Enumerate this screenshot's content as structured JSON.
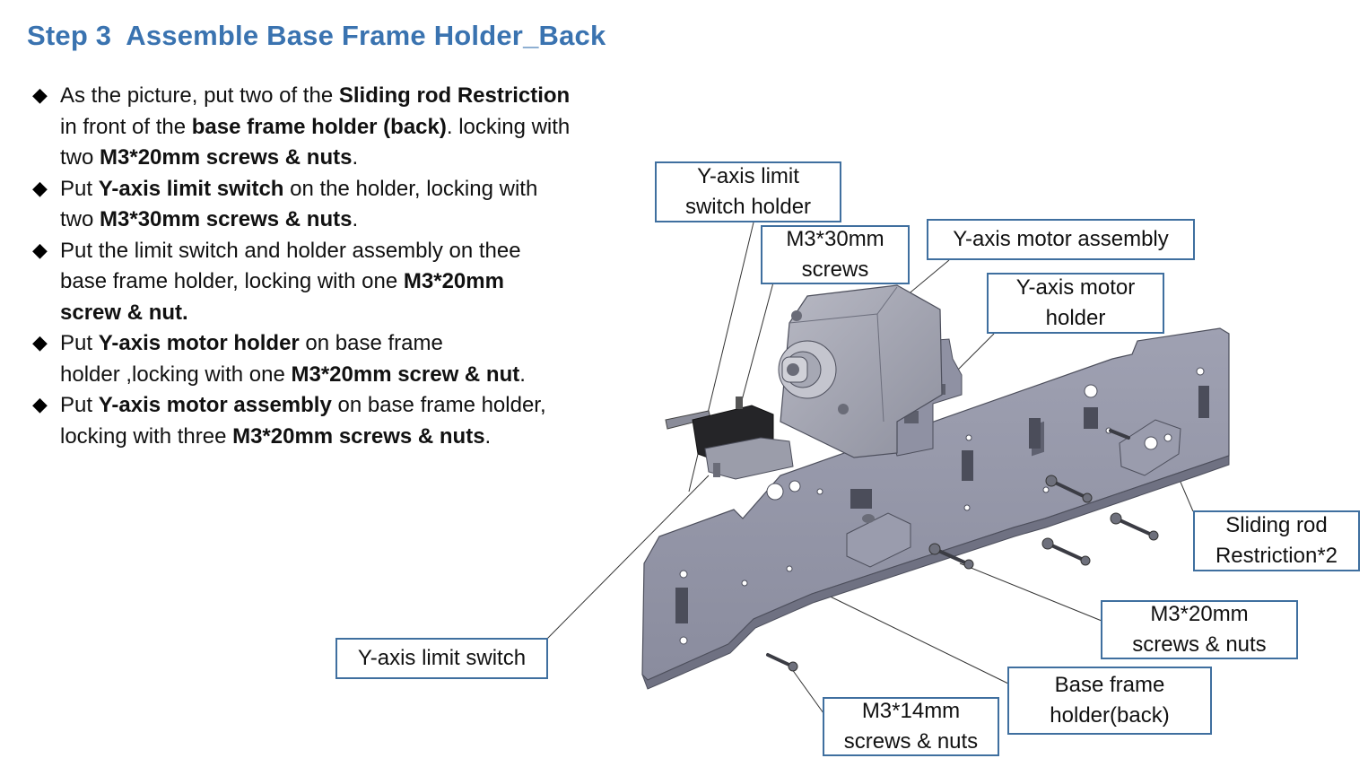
{
  "title": {
    "step": "Step 3",
    "text": "Assemble Base Frame Holder_Back"
  },
  "steps": [
    {
      "lines": [
        [
          {
            "t": "As the picture, put two of the "
          },
          {
            "t": "Sliding rod Restriction",
            "b": true
          }
        ],
        [
          {
            "t": "in front of the "
          },
          {
            "t": "base frame holder (back)",
            "b": true
          },
          {
            "t": ". locking with"
          }
        ],
        [
          {
            "t": "two "
          },
          {
            "t": "M3*20mm screws & nuts",
            "b": true
          },
          {
            "t": "."
          }
        ]
      ]
    },
    {
      "lines": [
        [
          {
            "t": "Put "
          },
          {
            "t": "Y-axis limit switch",
            "b": true
          },
          {
            "t": " on the holder, locking with"
          }
        ],
        [
          {
            "t": "two "
          },
          {
            "t": "M3*30mm screws & nuts",
            "b": true
          },
          {
            "t": "."
          }
        ]
      ]
    },
    {
      "lines": [
        [
          {
            "t": "Put the limit switch and holder assembly on thee"
          }
        ],
        [
          {
            "t": "base frame holder, locking with one "
          },
          {
            "t": "M3*20mm",
            "b": true
          }
        ],
        [
          {
            "t": "screw & nut.",
            "b": true
          }
        ]
      ]
    },
    {
      "lines": [
        [
          {
            "t": "Put "
          },
          {
            "t": "Y-axis motor holder",
            "b": true
          },
          {
            "t": " on base frame"
          }
        ],
        [
          {
            "t": "holder ,locking with one "
          },
          {
            "t": "M3*20mm screw & nut",
            "b": true
          },
          {
            "t": "."
          }
        ]
      ]
    },
    {
      "lines": [
        [
          {
            "t": "Put "
          },
          {
            "t": "Y-axis motor assembly",
            "b": true
          },
          {
            "t": " on base frame holder,"
          }
        ],
        [
          {
            "t": "locking with three "
          },
          {
            "t": "M3*20mm screws & nuts",
            "b": true
          },
          {
            "t": "."
          }
        ]
      ]
    }
  ],
  "labels": {
    "limit_switch_holder": [
      "Y-axis limit",
      "switch holder"
    ],
    "m3x30_screws": [
      "M3*30mm",
      "screws"
    ],
    "motor_assembly": [
      "Y-axis motor assembly"
    ],
    "motor_holder": [
      "Y-axis motor",
      "holder"
    ],
    "sliding_rod": [
      "Sliding rod",
      "Restriction*2"
    ],
    "m3x20_screws": [
      "M3*20mm",
      "screws & nuts"
    ],
    "limit_switch": [
      "Y-axis limit switch"
    ],
    "base_frame": [
      "Base frame",
      "holder(back)"
    ],
    "m3x14_screws": [
      "M3*14mm",
      "screws & nuts"
    ]
  },
  "icons": {
    "bullet": "diamond-bullet-icon"
  },
  "colors": {
    "title": "#3a73b0",
    "label_border": "#3f6f9f",
    "part": "#8d8fa0"
  }
}
